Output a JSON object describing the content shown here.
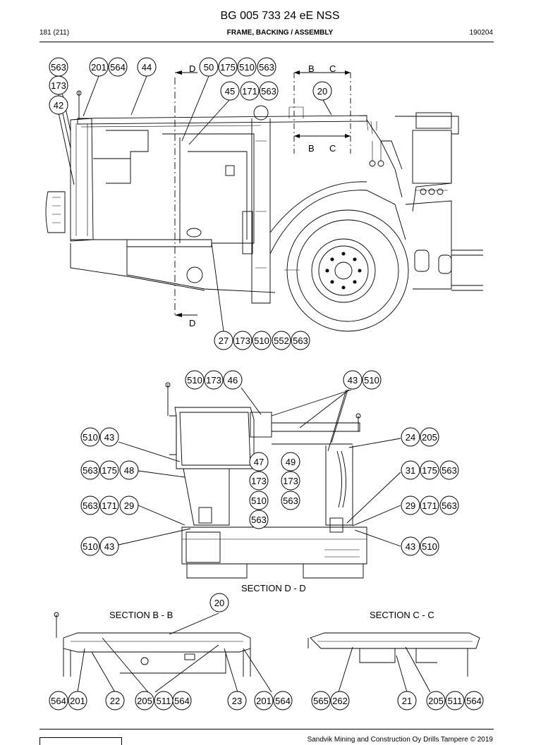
{
  "header": {
    "title": "BG 005 733 24 eE NSS",
    "page": "181 (211)",
    "section": "FRAME, BACKING / ASSEMBLY",
    "code": "190204"
  },
  "footer": {
    "copyright": "Sandvik Mining and Construction Oy Drills Tampere © 2019"
  },
  "section_labels": {
    "d_d": "SECTION D - D",
    "b_b": "SECTION B - B",
    "c_c": "SECTION C - C"
  },
  "view_markers": {
    "b": "B",
    "c": "C",
    "d": "D"
  },
  "callouts": {
    "side": [
      [
        "563",
        "201",
        "564",
        "44",
        "50",
        "175",
        "510",
        "563"
      ],
      [
        "173",
        "42",
        "45",
        "171",
        "563",
        "20"
      ],
      [
        "27",
        "173",
        "510",
        "552",
        "563"
      ]
    ],
    "section_d": [
      [
        "510",
        "173",
        "46",
        "43",
        "510"
      ],
      [
        "510",
        "43",
        "24",
        "205"
      ],
      [
        "563",
        "175",
        "48",
        "47",
        "49",
        "31",
        "175",
        "563"
      ],
      [
        "173",
        "173",
        "510",
        "563",
        "563"
      ],
      [
        "563",
        "171",
        "29",
        "29",
        "171",
        "563"
      ],
      [
        "510",
        "43",
        "43",
        "510"
      ]
    ],
    "section_b": [
      "20",
      "564",
      "201",
      "22",
      "205",
      "511",
      "564",
      "23",
      "201",
      "564"
    ],
    "section_c": [
      "565",
      "262",
      "21",
      "205",
      "511",
      "564"
    ]
  }
}
